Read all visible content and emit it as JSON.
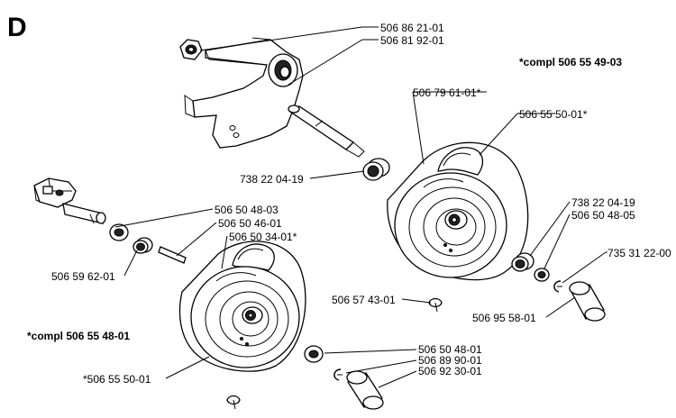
{
  "section_letter": "D",
  "assembly_notes": {
    "right_wheel": "*compl 506 55 49-03",
    "left_wheel": "*compl 506 55 48-01"
  },
  "part_labels": [
    "506 86 21-01",
    "506 81 92-01",
    "506 79 61-01*",
    "506 55 50-01*",
    "738 22 04-19",
    "738 22 04-19",
    "506 50 48-05",
    "735 31 22-00",
    "506 95 58-01",
    "506 57 43-01",
    "506 50 48-03",
    "506 50 46-01",
    "506 50 34-01*",
    "506 59 62-01",
    "*506 55 50-01",
    "506 50 48-01",
    "506 89 90-01",
    "506 92 30-01"
  ]
}
